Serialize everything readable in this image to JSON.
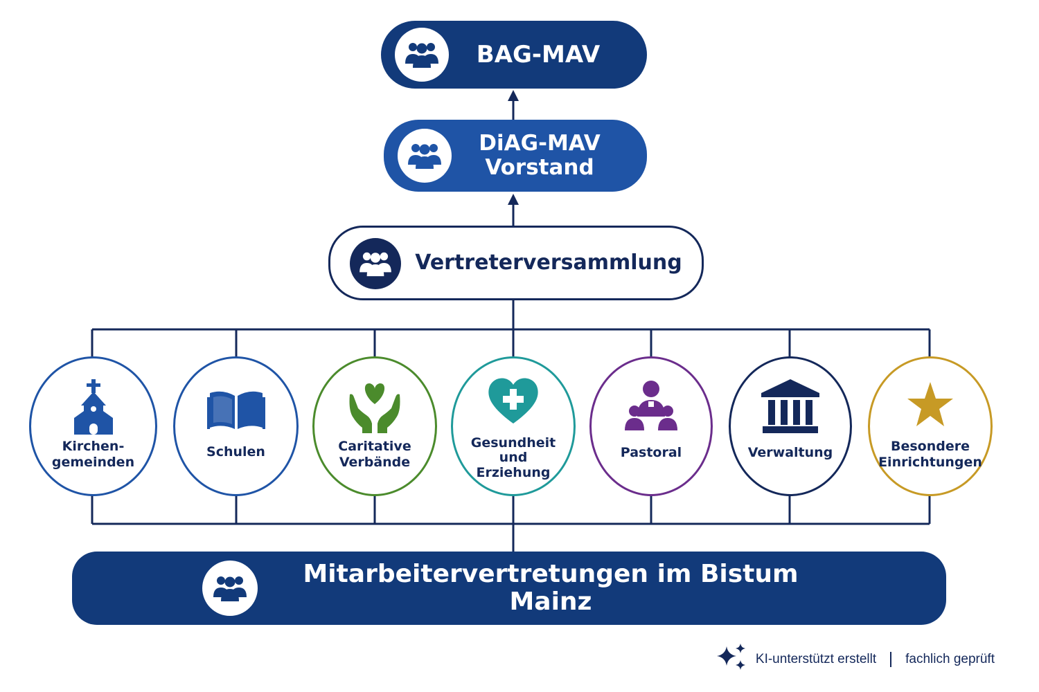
{
  "colors": {
    "navy": "#14285a",
    "dark_blue": "#123a7a",
    "medium_blue": "#1f54a6",
    "green": "#4b8b2c",
    "teal": "#1f9a9a",
    "purple": "#6b2d8c",
    "gold": "#c79a25"
  },
  "hierarchy": {
    "top": {
      "label": "BAG-MAV",
      "icon": "people-group-icon"
    },
    "board": {
      "line1": "DiAG-MAV",
      "line2": "Vorstand",
      "icon": "people-group-icon"
    },
    "assembly": {
      "label": "Vertreterversammlung",
      "icon": "people-group-icon"
    },
    "base": {
      "label": "Mitarbeitervertretungen im Bistum Mainz",
      "icon": "people-group-icon"
    }
  },
  "areas": [
    {
      "label": "Kirchen-\ngemeinden",
      "icon": "church-icon",
      "color": "#1f54a6"
    },
    {
      "label": "Schulen",
      "icon": "open-book-icon",
      "color": "#1f54a6"
    },
    {
      "label": "Caritative\nVerbände",
      "icon": "caring-hands-heart-icon",
      "color": "#4b8b2c"
    },
    {
      "label": "Gesundheit\nund\nErziehung",
      "icon": "medical-heart-icon",
      "color": "#1f9a9a"
    },
    {
      "label": "Pastoral",
      "icon": "clergy-group-icon",
      "color": "#6b2d8c"
    },
    {
      "label": "Verwaltung",
      "icon": "building-columns-icon",
      "color": "#14285a"
    },
    {
      "label": "Besondere\nEinrichtungen",
      "icon": "star-icon",
      "color": "#c79a25"
    }
  ],
  "footer": {
    "icon": "sparkle-icon",
    "text_ai": "KI-unterstützt erstellt",
    "text_checked": "fachlich geprüft"
  }
}
